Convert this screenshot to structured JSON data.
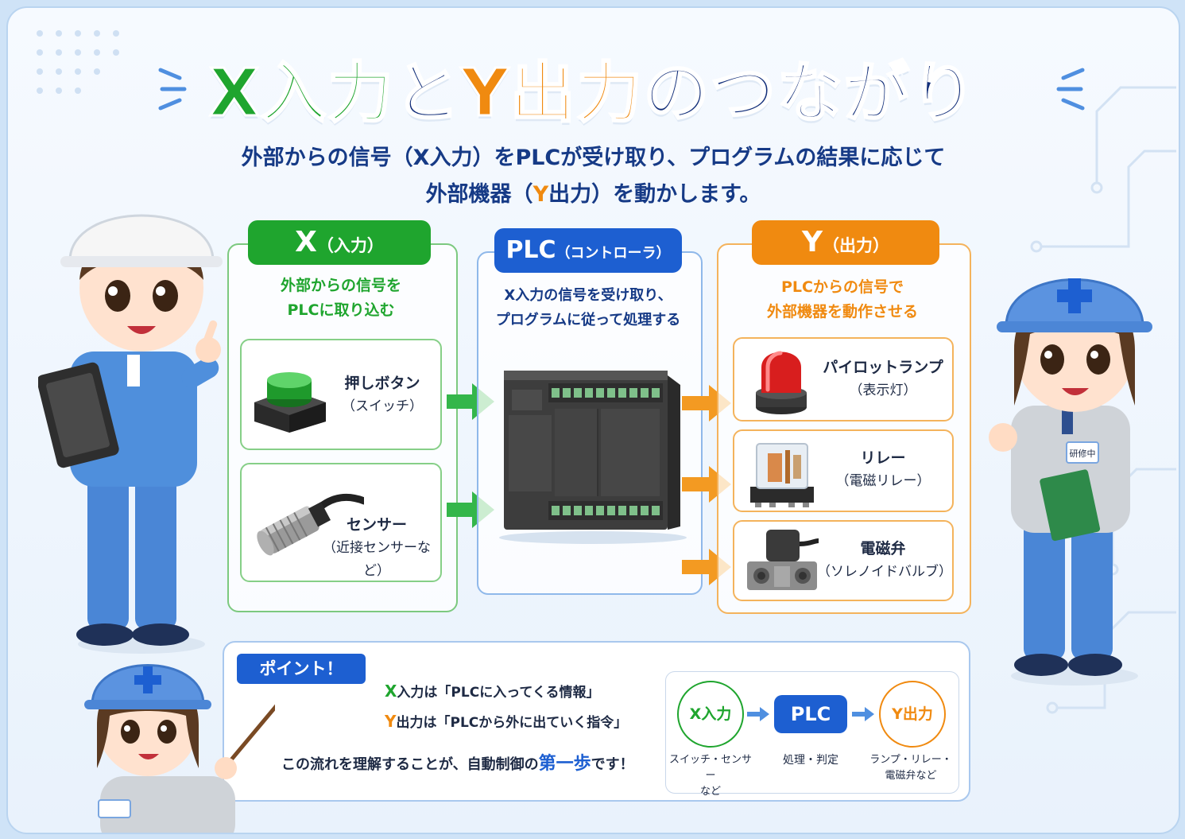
{
  "title": {
    "x": "X入力",
    "to": "と",
    "y": "Y出力",
    "rest": "のつながり"
  },
  "subtitle": {
    "line1": "外部からの信号（X入力）をPLCが受け取り、プログラムの結果に応じて",
    "line2_pre": "外部機器（",
    "line2_y": "Y",
    "line2_post": "出力）を動かします。"
  },
  "input_panel": {
    "header_main": "X",
    "header_sub": "（入力）",
    "desc1": "外部からの信号を",
    "desc2": "PLCに取り込む",
    "items": [
      {
        "name": "押しボタン",
        "sub": "（スイッチ）"
      },
      {
        "name": "センサー",
        "sub": "（近接センサーなど）"
      }
    ]
  },
  "plc_panel": {
    "header_main": "PLC",
    "header_sub": "（コントローラ）",
    "desc1": "X入力の信号を受け取り、",
    "desc2": "プログラムに従って処理する"
  },
  "output_panel": {
    "header_main": "Y",
    "header_sub": "（出力）",
    "desc1": "PLCからの信号で",
    "desc2": "外部機器を動作させる",
    "items": [
      {
        "name": "パイロットランプ",
        "sub": "（表示灯）"
      },
      {
        "name": "リレー",
        "sub": "（電磁リレー）"
      },
      {
        "name": "電磁弁",
        "sub": "（ソレノイドバルブ）"
      }
    ]
  },
  "point": {
    "tag": "ポイント！",
    "line1_x": "X",
    "line1": "入力は「PLCに入ってくる情報」",
    "line2_y": "Y",
    "line2": "出力は「PLCから外に出ていく指令」",
    "line3_pre": "この流れを理解することが、自動制御の",
    "line3_em": "第一歩",
    "line3_post": "です！"
  },
  "flow": {
    "x_label": "X入力",
    "plc_label": "PLC",
    "y_label": "Y出力",
    "x_cap1": "スイッチ・センサー",
    "x_cap2": "など",
    "plc_cap": "処理・判定",
    "y_cap1": "ランプ・リレー・",
    "y_cap2": "電磁弁など"
  },
  "badge_text": "研修中",
  "colors": {
    "green": "#1fa52e",
    "orange": "#f08a10",
    "blue": "#1d5fd1",
    "navy": "#132f7a"
  }
}
